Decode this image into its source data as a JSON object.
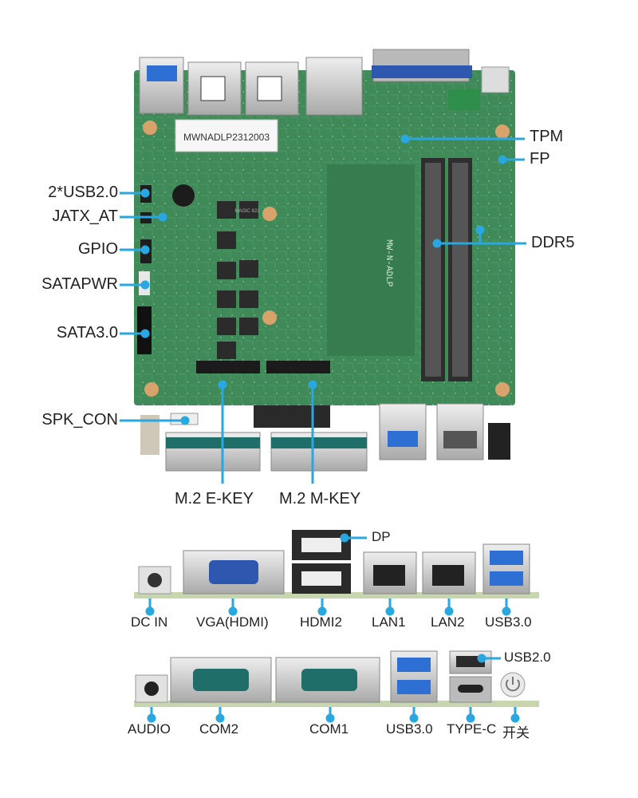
{
  "board": {
    "sticker_text": "MWNADLP2312003",
    "silk_text": "MW-N-ADLP",
    "chip_text": "MAGIC 822",
    "labels": {
      "tpm": "TPM",
      "fp": "FP",
      "ddr5": "DDR5",
      "usb20_header": "2*USB2.0",
      "jatx_at": "JATX_AT",
      "gpio": "GPIO",
      "satapwr": "SATAPWR",
      "sata30": "SATA3.0",
      "spk_con": "SPK_CON",
      "m2_ekey": "M.2 E-KEY",
      "m2_mkey": "M.2 M-KEY"
    }
  },
  "rear_panel": {
    "dp": "DP",
    "dc_in": "DC IN",
    "vga": "VGA(HDMI)",
    "hdmi2": "HDMI2",
    "lan1": "LAN1",
    "lan2": "LAN2",
    "usb30": "USB3.0"
  },
  "front_panel": {
    "usb20": "USB2.0",
    "audio": "AUDIO",
    "com2": "COM2",
    "com1": "COM1",
    "usb30": "USB3.0",
    "typec": "TYPE-C",
    "power": "开关"
  },
  "colors": {
    "pcb": "#3f8a58",
    "pcb_dark": "#2f6e45",
    "callout": "#29a7e1",
    "metal": "#c9c9c9",
    "usb3_blue": "#2e6fd4",
    "panel_base": "#c8d6b0"
  }
}
